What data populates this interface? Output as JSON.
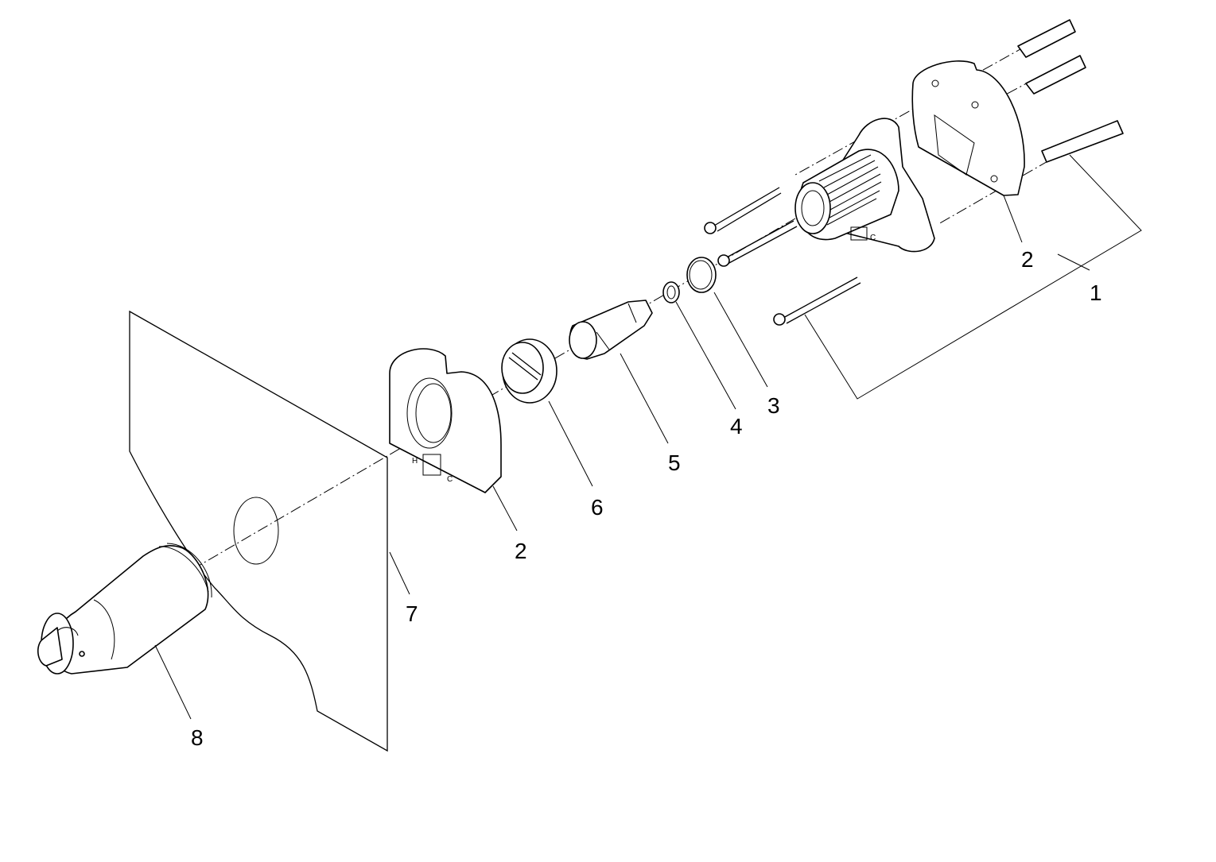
{
  "diagram": {
    "callouts": [
      {
        "id": "c1",
        "label": "1"
      },
      {
        "id": "c2a",
        "label": "2"
      },
      {
        "id": "c2b",
        "label": "2"
      },
      {
        "id": "c3",
        "label": "3"
      },
      {
        "id": "c4",
        "label": "4"
      },
      {
        "id": "c5",
        "label": "5"
      },
      {
        "id": "c6",
        "label": "6"
      },
      {
        "id": "c7",
        "label": "7"
      },
      {
        "id": "c8",
        "label": "8"
      }
    ],
    "part_markings": {
      "h": "H",
      "c": "C"
    },
    "colors": {
      "line": "#000000",
      "background": "#ffffff"
    }
  }
}
